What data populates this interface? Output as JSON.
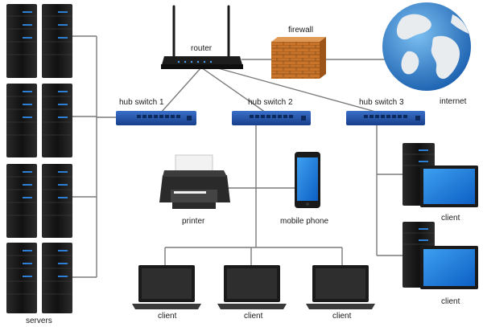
{
  "labels": {
    "router": "router",
    "firewall": "firewall",
    "internet": "internet",
    "hub_switch_1": "hub switch 1",
    "hub_switch_2": "hub switch 2",
    "hub_switch_3": "hub switch 3",
    "printer": "printer",
    "mobile_phone": "mobile phone",
    "servers": "servers",
    "client_desktop_1": "client",
    "client_desktop_2": "client",
    "client_laptop_1": "client",
    "client_laptop_2": "client",
    "client_laptop_3": "client"
  },
  "colors": {
    "switch_blue": "#1f4fa8",
    "server_dark": "#141414",
    "server_led": "#2d7fd6",
    "firewall_brick": "#c8742a",
    "globe_ocean": "#3b8fd6",
    "globe_land": "#e8ecef",
    "cable": "#7a7a7a"
  }
}
